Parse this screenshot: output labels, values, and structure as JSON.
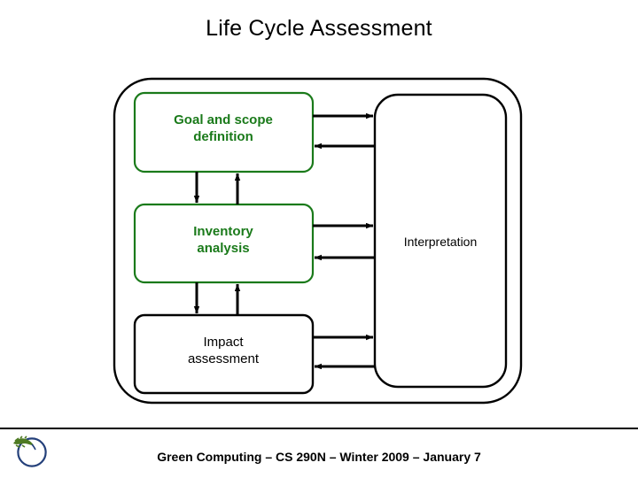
{
  "slide": {
    "title": "Life Cycle Assessment"
  },
  "diagram": {
    "name": "life-cycle-assessment-framework",
    "outer_frame_label": "",
    "boxes": [
      {
        "id": "goal",
        "label": "Goal and scope\ndefinition",
        "border_color": "#1a7a1a",
        "text_color": "#1a7a1a"
      },
      {
        "id": "inventory",
        "label": "Inventory\nanalysis",
        "border_color": "#1a7a1a",
        "text_color": "#1a7a1a"
      },
      {
        "id": "impact",
        "label": "Impact\nassessment",
        "border_color": "#000000",
        "text_color": "#000000"
      },
      {
        "id": "interpretation",
        "label": "Interpretation",
        "border_color": "#000000",
        "text_color": "#000000"
      }
    ],
    "connectors": [
      {
        "from": "goal",
        "to": "inventory",
        "direction": "down"
      },
      {
        "from": "inventory",
        "to": "goal",
        "direction": "up"
      },
      {
        "from": "inventory",
        "to": "impact",
        "direction": "down"
      },
      {
        "from": "impact",
        "to": "inventory",
        "direction": "up"
      },
      {
        "from": "goal",
        "to": "interpretation",
        "direction": "right"
      },
      {
        "from": "interpretation",
        "to": "goal",
        "direction": "left"
      },
      {
        "from": "inventory",
        "to": "interpretation",
        "direction": "right"
      },
      {
        "from": "interpretation",
        "to": "inventory",
        "direction": "left"
      },
      {
        "from": "impact",
        "to": "interpretation",
        "direction": "right"
      },
      {
        "from": "interpretation",
        "to": "impact",
        "direction": "left"
      }
    ]
  },
  "colors": {
    "green": "#1a7a1a",
    "black": "#000000",
    "logo_blue": "#24407a",
    "logo_green": "#4e7a22",
    "background": "#ffffff"
  },
  "footer": {
    "text": "Green Computing – CS 290N – Winter 2009 – January 7",
    "logo_name": "ucsb-bren-logo"
  }
}
